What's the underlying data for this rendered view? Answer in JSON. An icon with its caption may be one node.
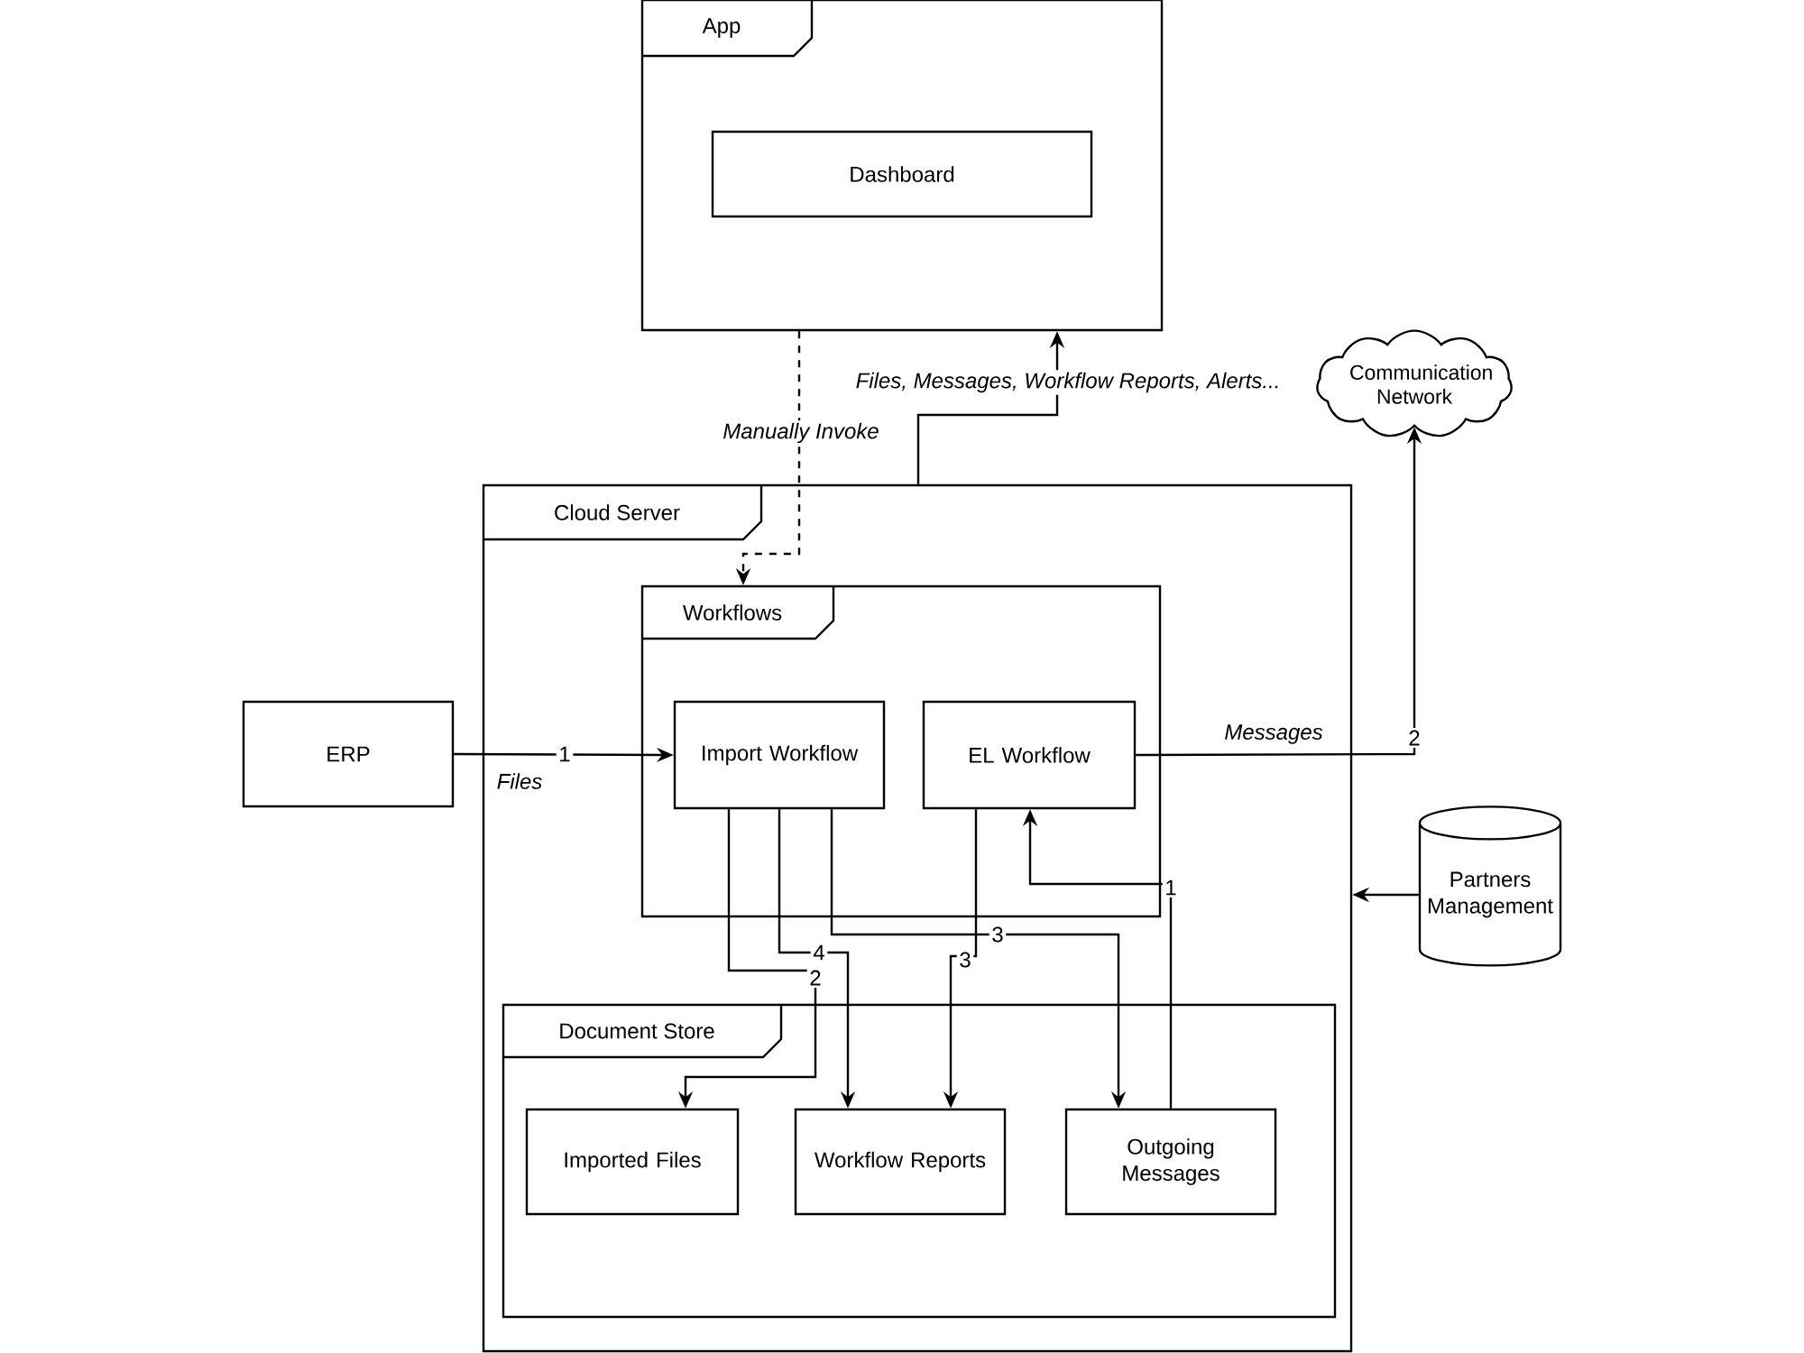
{
  "diagram": {
    "nodes": [
      {
        "text": [
          "App"
        ]
      },
      {
        "text": [
          "Dashboard"
        ],
        "in": 0
      },
      {
        "text": [
          "Cloud Server"
        ]
      },
      {
        "text": [
          "Workflows"
        ],
        "in": 2
      },
      {
        "text": [
          "Import Workflow"
        ],
        "in": 3
      },
      {
        "text": [
          "EL Workflow"
        ],
        "in": 3
      },
      {
        "text": [
          "Document Store"
        ],
        "in": 2
      },
      {
        "text": [
          "Imported Files"
        ],
        "in": 6
      },
      {
        "text": [
          "Workflow Reports"
        ],
        "in": 6
      },
      {
        "text": [
          "Outgoing Messages"
        ],
        "in": 6
      },
      {
        "text": [
          "ERP"
        ]
      },
      {
        "text": [
          "Communication Network"
        ]
      },
      {
        "text": [
          "Partners Management"
        ]
      }
    ],
    "edges": [
      {
        "from": 0,
        "to": 3,
        "arrow": "to",
        "style": "dashed",
        "label": "Manually Invoke"
      },
      {
        "from": 2,
        "to": 0,
        "arrow": "to",
        "label": "Files, Messages, Workflow Reports, Alerts..."
      },
      {
        "from": 10,
        "to": 4,
        "arrow": "to",
        "label": "1"
      },
      {
        "from": 5,
        "to": 11,
        "arrow": "to",
        "label": "2"
      },
      {
        "from": 12,
        "to": 2,
        "arrow": "to"
      },
      {
        "from": 4,
        "to": 7,
        "arrow": "to",
        "label": "2"
      },
      {
        "from": 4,
        "to": 8,
        "arrow": "to",
        "label": "4"
      },
      {
        "from": 4,
        "to": 9,
        "arrow": "to",
        "label": "3"
      },
      {
        "from": 5,
        "to": 8,
        "arrow": "to",
        "label": "3"
      },
      {
        "from": 9,
        "to": 5,
        "arrow": "to",
        "label": "1"
      }
    ],
    "labels": [
      "Files",
      "Messages"
    ]
  }
}
